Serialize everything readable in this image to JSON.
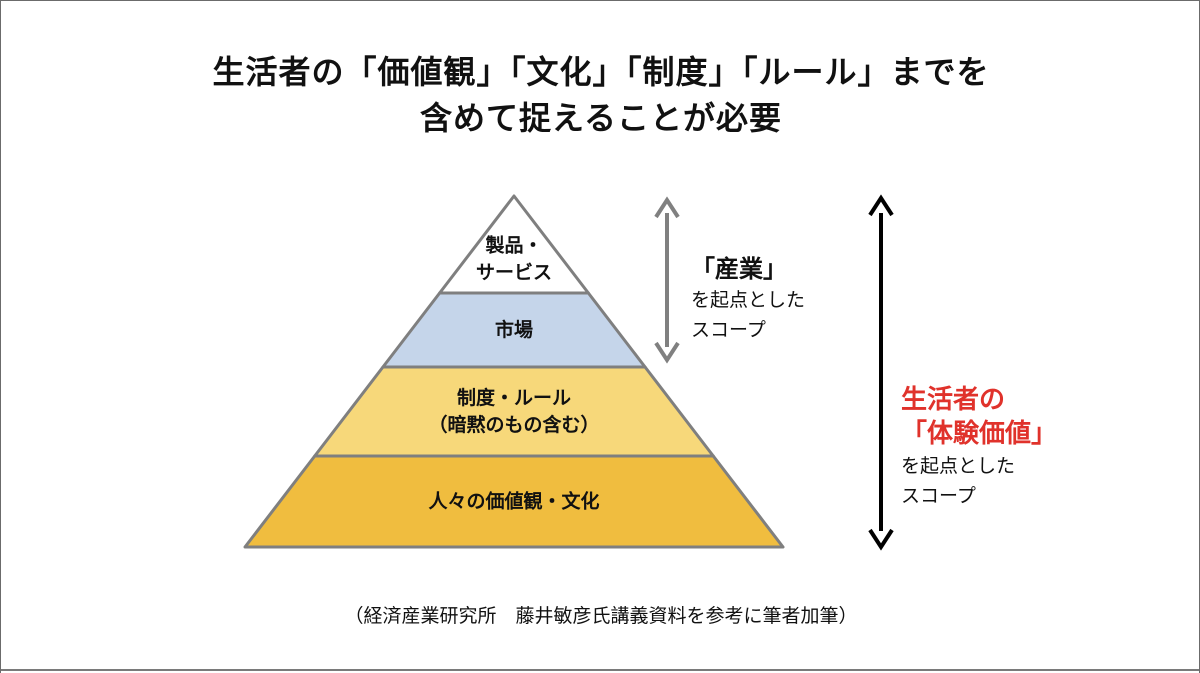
{
  "heading": {
    "line1": "生活者の「価値観」「文化」「制度」「ルール」までを",
    "line2": "含めて捉えることが必要"
  },
  "pyramid": {
    "tiers": [
      {
        "lines": [
          "製品・",
          "サービス"
        ],
        "color": "#ffffff"
      },
      {
        "lines": [
          "市場"
        ],
        "color": "#c5d5ea"
      },
      {
        "lines": [
          "制度・ルール",
          "（暗黙のもの含む）"
        ],
        "color": "#f7d87a"
      },
      {
        "lines": [
          "人々の価値観・文化"
        ],
        "color": "#f0bd3f"
      }
    ],
    "outline_color": "#7f7f7f"
  },
  "industry_scope": {
    "title": "「産業」",
    "line2": "を起点とした",
    "line3": "スコープ",
    "arrow_color": "#808080"
  },
  "life_scope": {
    "title_line1": "生活者の",
    "title_line2": "「体験価値」",
    "line3": "を起点とした",
    "line4": "スコープ",
    "title_color": "#e0322b",
    "arrow_color": "#000000"
  },
  "source": "（経済産業研究所　藤井敏彦氏講義資料を参考に筆者加筆）"
}
